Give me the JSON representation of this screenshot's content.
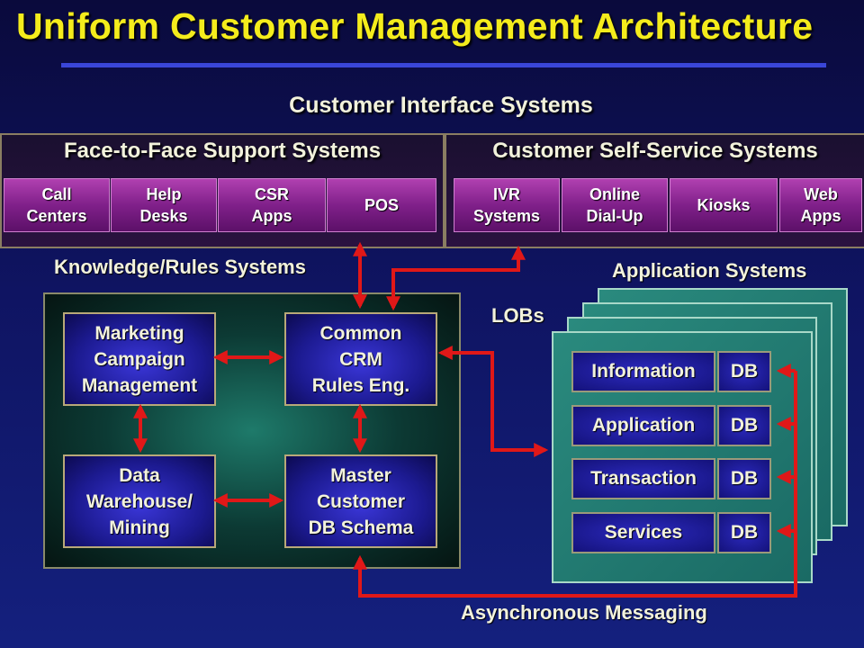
{
  "title": "Uniform Customer Management Architecture",
  "customer_interface": {
    "heading": "Customer Interface Systems",
    "face_to_face": {
      "title": "Face-to-Face Support Systems",
      "items": [
        "Call\nCenters",
        "Help\nDesks",
        "CSR\nApps",
        "POS"
      ]
    },
    "self_service": {
      "title": "Customer Self-Service Systems",
      "items": [
        "IVR\nSystems",
        "Online\nDial-Up",
        "Kiosks",
        "Web\nApps"
      ]
    }
  },
  "knowledge": {
    "heading": "Knowledge/Rules Systems",
    "boxes": {
      "marketing": "Marketing\nCampaign\nManagement",
      "crm": "Common\nCRM\nRules Eng.",
      "warehouse": "Data\nWarehouse/\nMining",
      "master": "Master\nCustomer\nDB Schema"
    }
  },
  "application": {
    "heading": "Application Systems",
    "lobs": "LOBs",
    "rows": [
      {
        "name": "Information",
        "db": "DB"
      },
      {
        "name": "Application",
        "db": "DB"
      },
      {
        "name": "Transaction",
        "db": "DB"
      },
      {
        "name": "Services",
        "db": "DB"
      }
    ]
  },
  "messaging": "Asynchronous Messaging",
  "colors": {
    "title": "#f4ec1c",
    "arrow": "#e01818",
    "tile": "#80208a",
    "box": "#1c1a90",
    "layer": "#2a8a7e"
  }
}
